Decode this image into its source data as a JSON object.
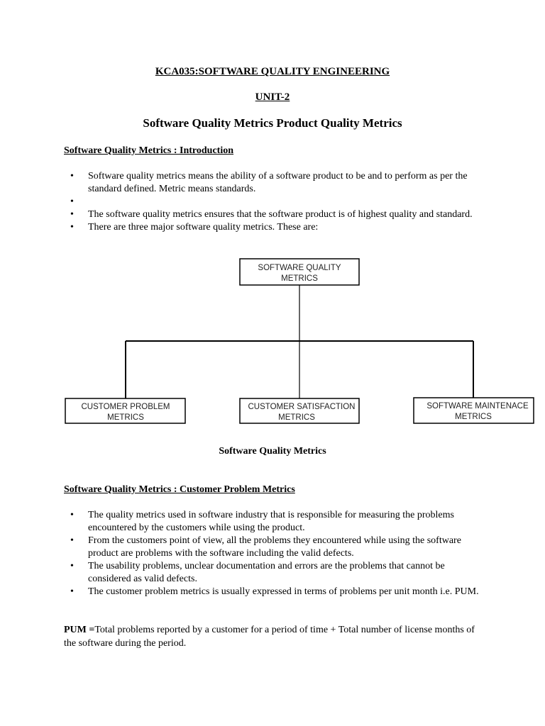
{
  "header": {
    "course_title": "KCA035:SOFTWARE QUALITY ENGINEERING",
    "unit": "UNIT-2",
    "main_heading": "Software Quality Metrics Product Quality Metrics"
  },
  "section1": {
    "heading": "Software Quality Metrics : Introduction",
    "bullets": [
      "Software quality metrics means the ability of a software product to be and to perform as per the standard defined. Metric means standards.",
      "",
      "The software quality metrics ensures that the software product is of highest quality and standard.",
      "There are three major software quality metrics. These are:"
    ]
  },
  "diagram": {
    "root": [
      "SOFTWARE QUALITY",
      "METRICS"
    ],
    "children": [
      [
        "CUSTOMER PROBLEM",
        "METRICS"
      ],
      [
        "CUSTOMER SATISFACTION",
        "METRICS"
      ],
      [
        "SOFTWARE MAINTENACE",
        "METRICS"
      ]
    ],
    "caption": "Software Quality Metrics"
  },
  "section2": {
    "heading": "Software Quality Metrics : Customer Problem Metrics",
    "bullets": [
      "The quality metrics used in software industry that is responsible for measuring the problems encountered by the customers while using the product.",
      "From the customers point of view, all the problems they encountered while using the software product are problems with the software including the valid defects.",
      "The usability problems, unclear documentation and errors are the problems that cannot be considered as valid defects.",
      "The customer problem metrics is usually expressed in terms of problems per unit month i.e. PUM."
    ]
  },
  "pum": {
    "label": "PUM =",
    "text": "Total problems reported by a customer for a period of time + Total number of license months of the software during the period."
  }
}
